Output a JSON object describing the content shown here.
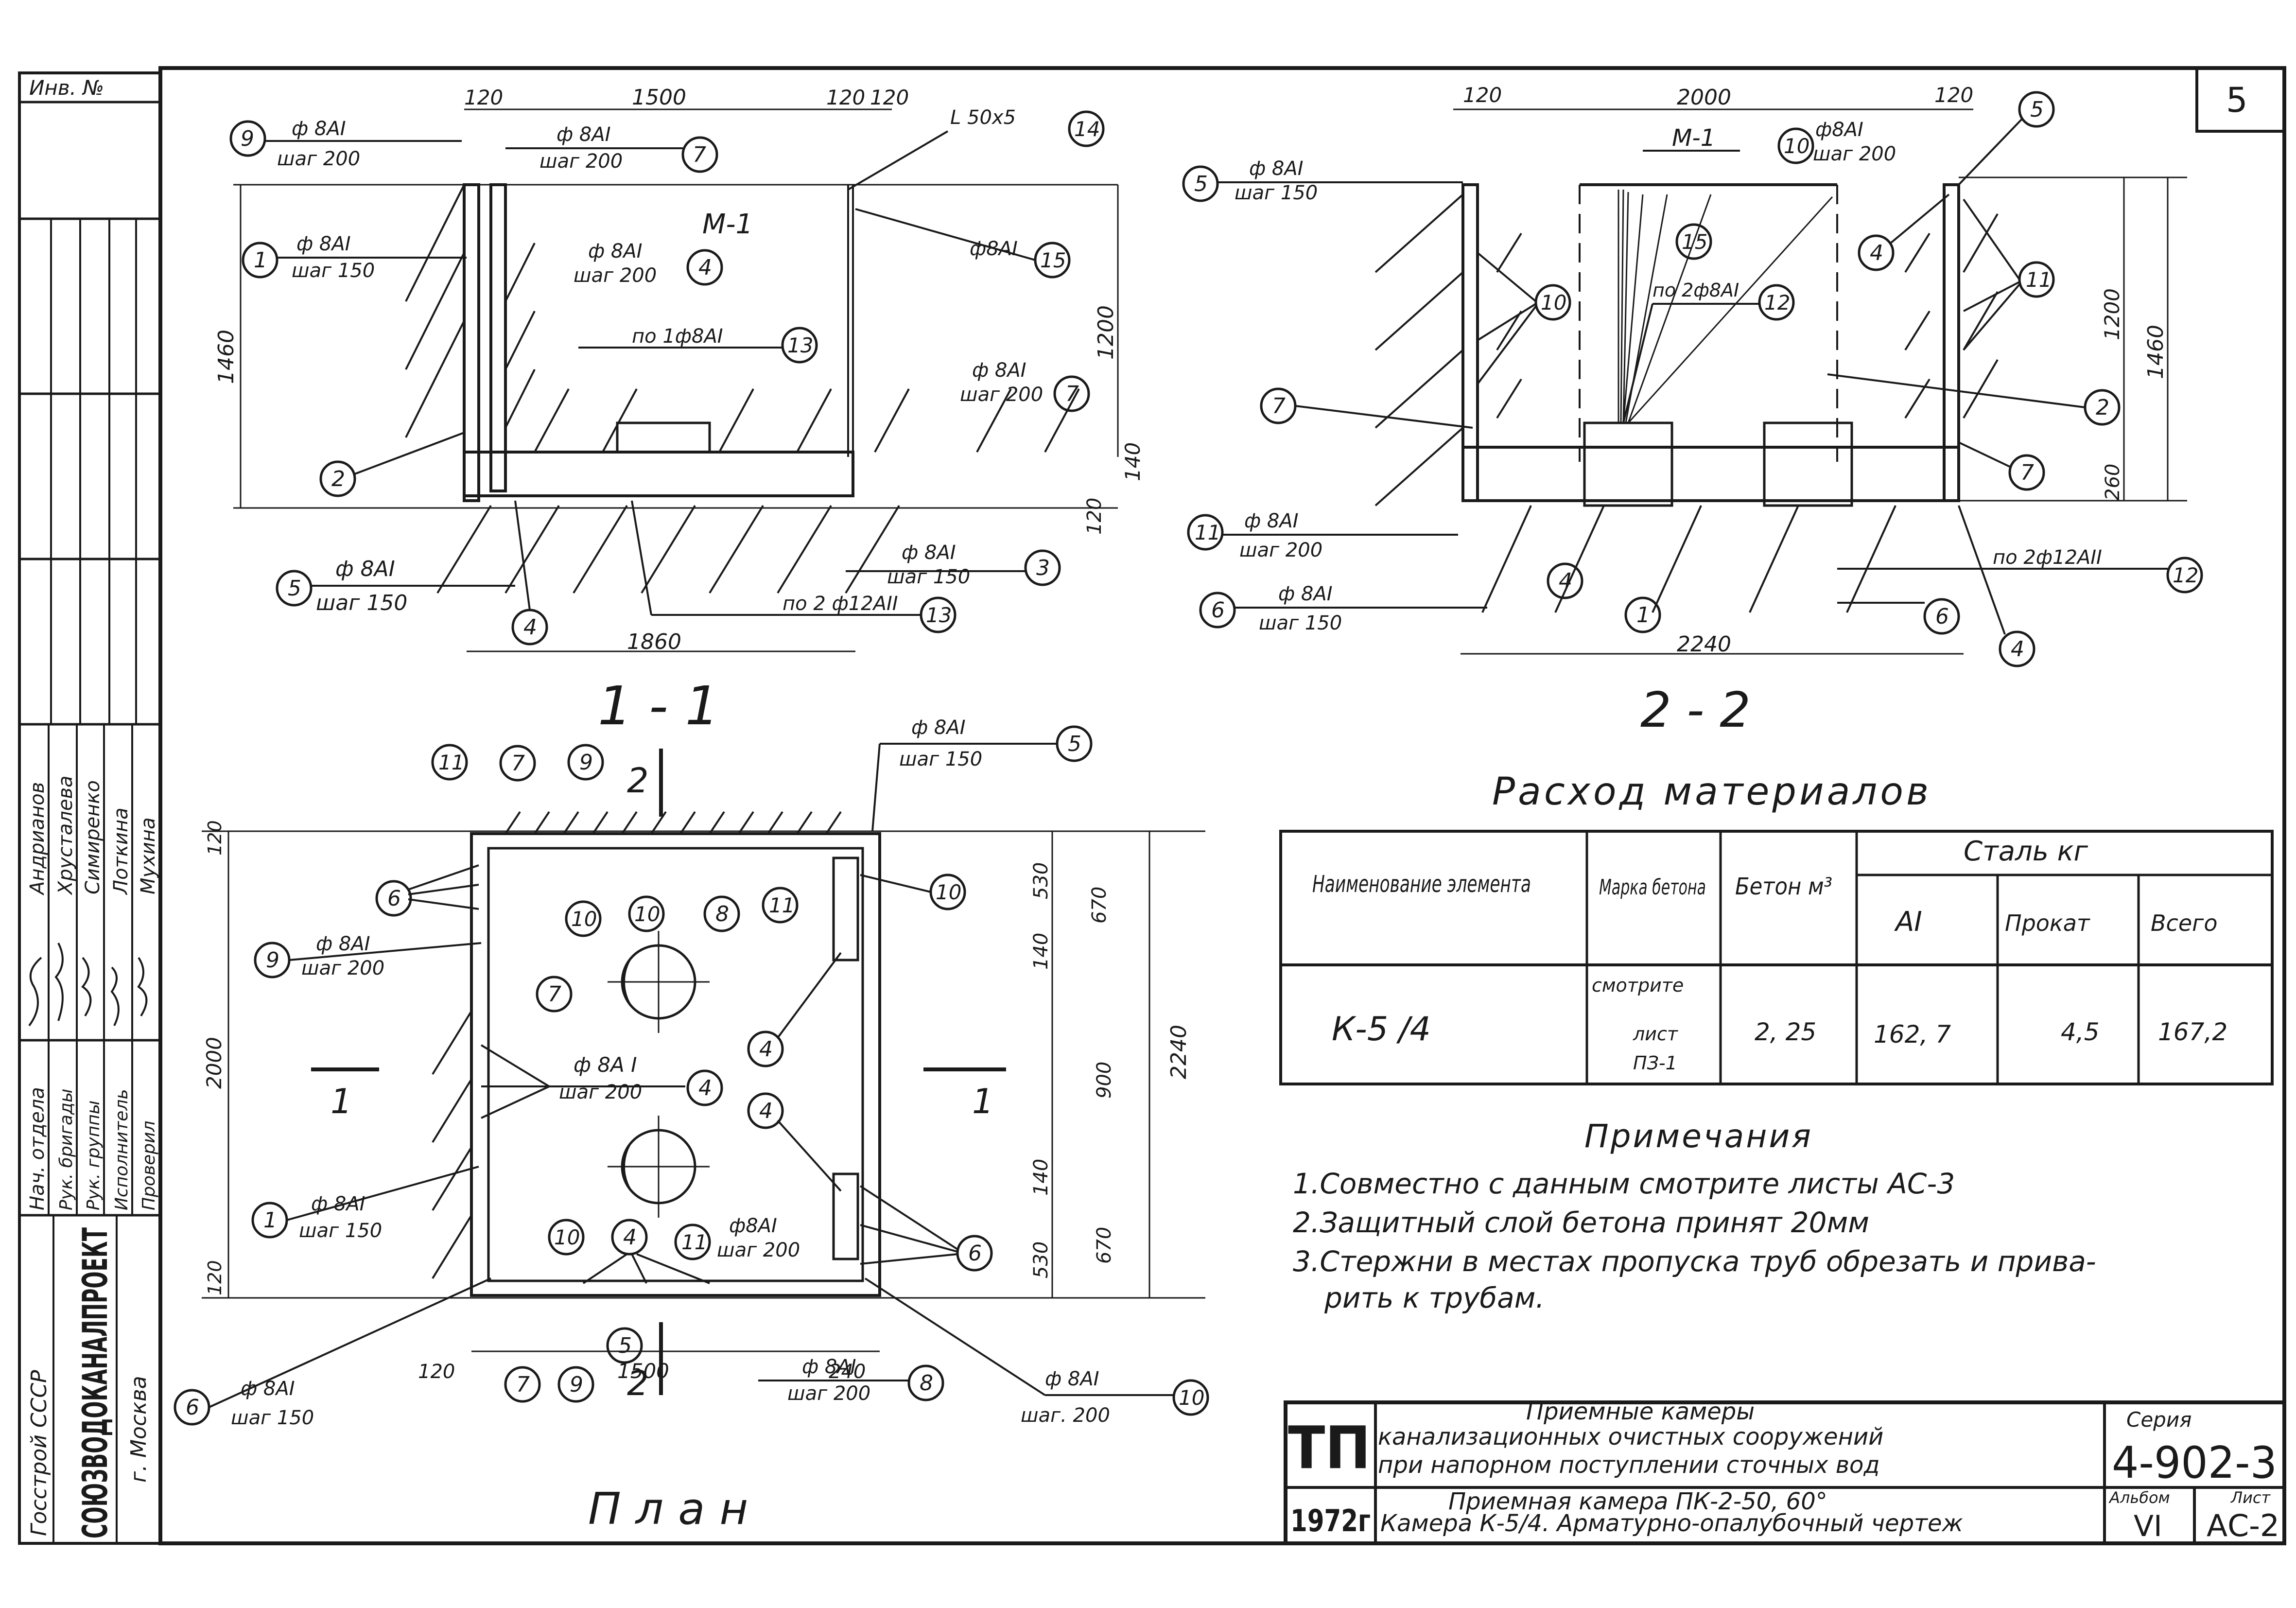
{
  "sheet": {
    "number": "5",
    "inv_label": "Инв. №",
    "org_name": "СОЮЗВОДОКАНАЛПРОЕКТ",
    "org_city": "г. Москва",
    "org_authority": "Госстрой СССР",
    "year": "1972г"
  },
  "stamp_roles": [
    {
      "role": "Нач. отдела",
      "name": "Андрианов"
    },
    {
      "role": "Рук. бригады",
      "name": "Хрусталева"
    },
    {
      "role": "Рук. группы",
      "name": "Симиренко"
    },
    {
      "role": "Исполнитель",
      "name": "Лоткина"
    },
    {
      "role": "Проверил",
      "name": "Мухина"
    }
  ],
  "section_1_1": {
    "title": "1 - 1",
    "dims": [
      "120",
      "1500",
      "120",
      "120",
      "1460",
      "1200",
      "140",
      "120",
      "1860"
    ],
    "labels": [
      {
        "text": "ф 8AI",
        "sub": "шаг 200",
        "num": "9"
      },
      {
        "text": "ф 8AI",
        "sub": "шаг 200",
        "num": "7"
      },
      {
        "text": "L 50x5",
        "sub": "",
        "num": "14"
      },
      {
        "text": "ф 8AI",
        "sub": "шаг 150",
        "num": "1"
      },
      {
        "text": "ф 8AI",
        "sub": "шаг 200",
        "num": "4"
      },
      {
        "text": "ф8AI",
        "sub": "",
        "num": "15"
      },
      {
        "text": "по 1ф8AI",
        "sub": "",
        "num": "13"
      },
      {
        "text": "ф 8AI",
        "sub": "шаг 200",
        "num": "7"
      },
      {
        "text": "",
        "sub": "",
        "num": "2"
      },
      {
        "text": "ф 8AI",
        "sub": "шаг 150",
        "num": "5"
      },
      {
        "text": "ф 8AI",
        "sub": "шаг 150",
        "num": "3"
      },
      {
        "text": "по 2 ф12AII",
        "sub": "",
        "num": "13"
      },
      {
        "text": "",
        "sub": "",
        "num": "4"
      }
    ],
    "mark": "М-1"
  },
  "section_2_2": {
    "title": "2 - 2",
    "dims": [
      "120",
      "2000",
      "120",
      "1200",
      "1460",
      "260",
      "2240"
    ],
    "labels": [
      {
        "text": "ф 8AI",
        "sub": "шаг 150",
        "num": "5"
      },
      {
        "text": "ф8AI",
        "sub": "шаг 200",
        "num": "10"
      },
      {
        "text": "",
        "sub": "",
        "num": "5"
      },
      {
        "text": "",
        "sub": "",
        "num": "4"
      },
      {
        "text": "",
        "sub": "",
        "num": "11"
      },
      {
        "text": "",
        "sub": "",
        "num": "10"
      },
      {
        "text": "",
        "sub": "",
        "num": "15"
      },
      {
        "text": "по 2ф8AI",
        "sub": "",
        "num": "12"
      },
      {
        "text": "",
        "sub": "",
        "num": "7"
      },
      {
        "text": "",
        "sub": "",
        "num": "2"
      },
      {
        "text": "",
        "sub": "",
        "num": "7"
      },
      {
        "text": "ф 8AI",
        "sub": "шаг 200",
        "num": "11"
      },
      {
        "text": "",
        "sub": "",
        "num": "4"
      },
      {
        "text": "по 2ф12AII",
        "sub": "",
        "num": "12"
      },
      {
        "text": "ф 8AI",
        "sub": "шаг 150",
        "num": "6"
      },
      {
        "text": "",
        "sub": "",
        "num": "1"
      },
      {
        "text": "",
        "sub": "",
        "num": "6"
      },
      {
        "text": "",
        "sub": "",
        "num": "4"
      }
    ],
    "mark": "М-1"
  },
  "plan": {
    "title": "План",
    "section_marks": [
      "2",
      "2",
      "1",
      "1"
    ],
    "dims_right": [
      "530",
      "670",
      "140",
      "900",
      "2240",
      "140",
      "530",
      "670"
    ],
    "dims_left": [
      "120",
      "2000",
      "120"
    ],
    "dims_bottom": [
      "120",
      "1500",
      "240"
    ],
    "labels": [
      {
        "text": "ф 8AI",
        "sub": "шаг 150",
        "num": "5"
      },
      {
        "text": "",
        "sub": "",
        "num": "11"
      },
      {
        "text": "",
        "sub": "",
        "num": "7"
      },
      {
        "text": "",
        "sub": "",
        "num": "9"
      },
      {
        "text": "",
        "sub": "",
        "num": "6"
      },
      {
        "text": "",
        "sub": "",
        "num": "10"
      },
      {
        "text": "",
        "sub": "",
        "num": "10"
      },
      {
        "text": "",
        "sub": "",
        "num": "8"
      },
      {
        "text": "",
        "sub": "",
        "num": "11"
      },
      {
        "text": "",
        "sub": "",
        "num": "10"
      },
      {
        "text": "ф 8AI",
        "sub": "шаг 200",
        "num": "9"
      },
      {
        "text": "",
        "sub": "",
        "num": "7"
      },
      {
        "text": "",
        "sub": "",
        "num": "4"
      },
      {
        "text": "ф 8A I",
        "sub": "шаг 200",
        "num": "4"
      },
      {
        "text": "",
        "sub": "",
        "num": "4"
      },
      {
        "text": "ф 8AI",
        "sub": "шаг 150",
        "num": "1"
      },
      {
        "text": "",
        "sub": "",
        "num": "10"
      },
      {
        "text": "",
        "sub": "",
        "num": "4"
      },
      {
        "text": "ф8AI",
        "sub": "шаг 200",
        "num": "11"
      },
      {
        "text": "",
        "sub": "",
        "num": "6"
      },
      {
        "text": "",
        "sub": "",
        "num": "5"
      },
      {
        "text": "ф 8AI",
        "sub": "шаг 150",
        "num": "6"
      },
      {
        "text": "",
        "sub": "",
        "num": "7"
      },
      {
        "text": "",
        "sub": "",
        "num": "9"
      },
      {
        "text": "ф 8AI",
        "sub": "шаг 200",
        "num": "8"
      },
      {
        "text": "ф 8AI",
        "sub": "шаг. 200",
        "num": "10"
      }
    ]
  },
  "materials": {
    "title": "Расход материалов",
    "headers": {
      "element": "Наименование элемента",
      "concrete_grade": "Марка бетона",
      "concrete": "Бетон м³",
      "steel": "Сталь   кг",
      "ai": "AI",
      "rolled": "Прокат",
      "total": "Всего"
    },
    "row": {
      "element": "К-5 /4",
      "concrete_grade_l1": "смотрите",
      "concrete_grade_l2": "лист",
      "concrete_grade_l3": "ПЗ-1",
      "concrete": "2, 25",
      "ai": "162, 7",
      "rolled": "4,5",
      "total": "167,2"
    }
  },
  "notes": {
    "title": "Примечания",
    "lines": [
      "1.Совместно с данным смотрите листы АС-3",
      "2.Защитный слой бетона принят  20мм",
      "3.Стержни в местах пропуска труб обрезать и прива-",
      "рить  к трубам."
    ]
  },
  "title_block": {
    "logo": "ТП",
    "series_label": "Серия",
    "series": "4-902-3",
    "title_l1": "Приемные  камеры",
    "title_l2": "канализационных  очистных  сооружений",
    "title_l3": "при напорном поступлении сточных вод",
    "sub_l1": "Приемная  камера  ПК-2-50, 60°",
    "sub_l2": "Камера  К-5/4. Арматурно-опалубочный  чертеж",
    "album_label": "Альбом",
    "album": "VI",
    "sheet_label": "Лист",
    "sheet": "АС-2"
  }
}
